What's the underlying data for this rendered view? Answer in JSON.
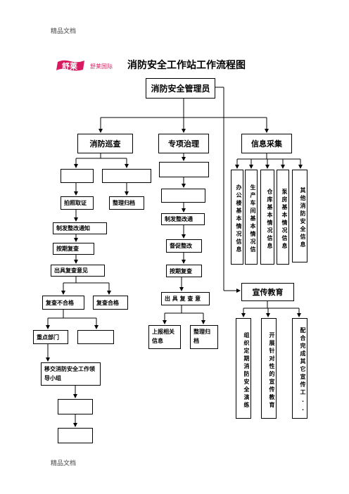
{
  "header_text": "精品文档",
  "footer_text": "精品文档",
  "logo": {
    "mark": "舒莱",
    "name": "舒莱国际",
    "color": "#d81b60"
  },
  "title": "消防安全工作站工作流程图",
  "root": "消防安全管理员",
  "branches": {
    "patrol": {
      "label": "消防巡查",
      "photo": "拍照取证",
      "archive": "整理归档",
      "notice": "制发整改通知",
      "recheck": "按期复查",
      "opinion": "出具复查意见",
      "fail": "复查不合格",
      "pass": "复查合格",
      "key_dept": "重点部门",
      "transfer": "移交消防安全工作领导小组"
    },
    "special": {
      "label": "专项治理",
      "notice": "制发整改通",
      "supervise": "督促整改",
      "recheck": "按期复查",
      "opinion": "出 具 复 查 意",
      "report": "上报相关信息",
      "archive": "整理归档"
    },
    "info": {
      "label": "信息采集",
      "items": [
        "办公楼基本情况信息",
        "生产车间基本情况信",
        "仓库基本情况信息",
        "泵房基本情况信息",
        "其他消防安全信息"
      ]
    },
    "education": {
      "label": "宣传教育",
      "items": [
        "组织定期消防安全演练",
        "开展针对性的宣传教育",
        "配合完成其它宣传工.."
      ]
    }
  }
}
